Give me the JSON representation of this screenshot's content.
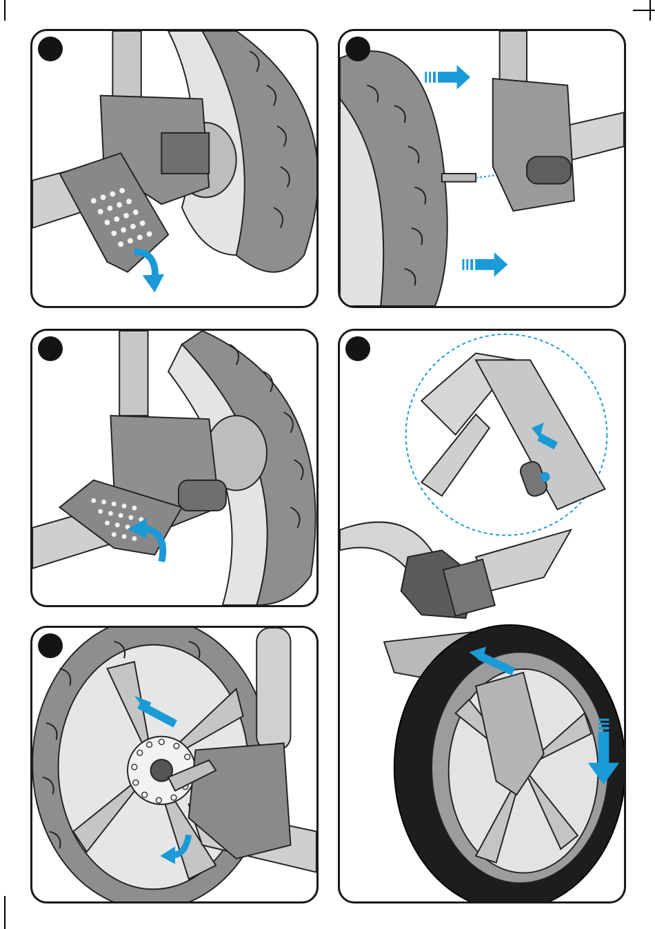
{
  "document": {
    "kind": "assembly-instructions-page",
    "accent_color": "#1a9ad6",
    "line_color": "#1a1a1a",
    "panels": [
      {
        "id": "1",
        "step_marker": "filled-circle",
        "depicts": "rear-wheel-brake-pedal-push-down",
        "arrow": "curved-down"
      },
      {
        "id": "2",
        "step_marker": "filled-circle",
        "depicts": "rear-wheel-axle-insert",
        "arrow": "straight-right"
      },
      {
        "id": "3",
        "step_marker": "filled-circle",
        "depicts": "rear-wheel-brake-pedal-lift-up",
        "arrow": "curved-up"
      },
      {
        "id": "4",
        "step_marker": "filled-circle",
        "depicts": "rear-wheel-remove",
        "arrow": "diagonal-out"
      },
      {
        "id": "5",
        "step_marker": "filled-circle",
        "depicts": "front-wheel-release-button",
        "arrow": "straight-down"
      }
    ]
  }
}
